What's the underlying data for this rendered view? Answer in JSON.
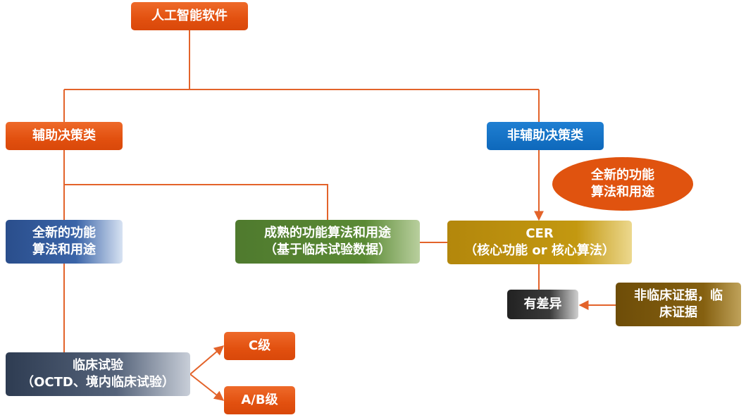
{
  "nodes": {
    "root": "人工智能软件",
    "aux": "辅助决策类",
    "non_aux": "非辅助决策类",
    "new_func_left": {
      "line1": "全新的功能",
      "line2": "算法和用途"
    },
    "mature": {
      "line1": "成熟的功能算法和用途",
      "line2": "（基于临床试验数据）"
    },
    "cer": {
      "line1": "CER",
      "line2": "（核心功能 or 核心算法）"
    },
    "new_func_right": {
      "line1": "全新的功能",
      "line2": "算法和用途"
    },
    "diff": "有差异",
    "evidence": {
      "line1": "非临床证据，临",
      "line2": "床证据"
    },
    "trial": {
      "line1": "临床试验",
      "line2": "（OCTD、境内临床试验）"
    },
    "grade_c": "C级",
    "grade_ab": "A/B级"
  },
  "colors": {
    "connector": "#e3632a",
    "orange": "#e2500f",
    "blue": "#0e68bb",
    "navy": "#2a4e8c",
    "green": "#5a8a34",
    "gold": "#c39810",
    "dark": "#333333",
    "brown": "#856010",
    "slate": "#3a4a62"
  }
}
